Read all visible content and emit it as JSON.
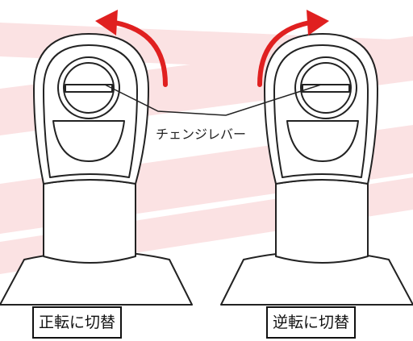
{
  "callout_label": "チェンジレバー",
  "captions": {
    "forward": "正転に切替",
    "reverse": "逆転に切替"
  },
  "colors": {
    "arrow": "#e02020",
    "band": "#fbe2e3",
    "outline": "#222222"
  },
  "icons": {
    "left_arrow": "curved-arrow-counterclockwise",
    "right_arrow": "curved-arrow-clockwise"
  }
}
